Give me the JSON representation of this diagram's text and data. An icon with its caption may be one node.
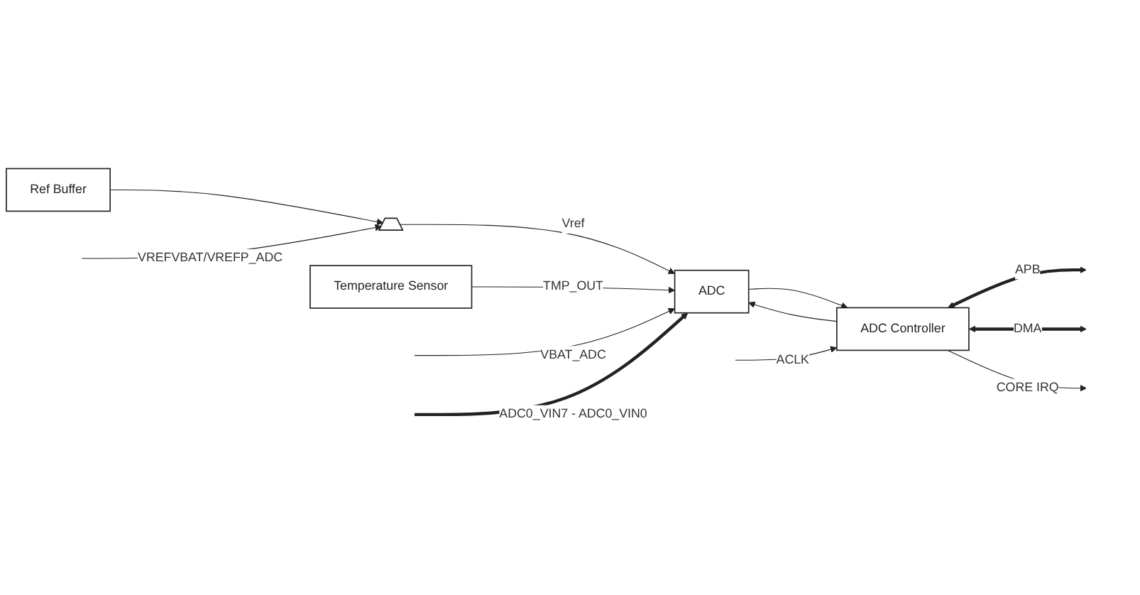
{
  "diagram": {
    "nodes": [
      {
        "text": [
          "Ref Buffer"
        ]
      },
      {
        "text": [],
        "shape": "trapezoid"
      },
      {
        "text": [
          "ADC"
        ]
      },
      {
        "text": [
          "ADC Controller"
        ]
      },
      {
        "text": [
          "Temperature Sensor"
        ]
      }
    ],
    "edges": [
      {
        "from": 0,
        "to": 1,
        "arrow": "to"
      },
      {
        "from": null,
        "to": 1,
        "arrow": "to",
        "label": "VREFVBAT/VREFP_ADC"
      },
      {
        "from": 1,
        "to": 2,
        "arrow": "to",
        "label": "Vref"
      },
      {
        "from": null,
        "to": 2,
        "arrow": "to",
        "label": "VBAT_ADC"
      },
      {
        "from": null,
        "to": 2,
        "arrow": "to",
        "label": "ADC0_VIN7 - ADC0_VIN0",
        "style": "thick"
      },
      {
        "from": 4,
        "to": 2,
        "arrow": "to",
        "label": "TMP_OUT"
      },
      {
        "from": 2,
        "to": 3,
        "arrow": "to"
      },
      {
        "from": 3,
        "to": 2,
        "arrow": "to"
      },
      {
        "from": null,
        "to": 3,
        "arrow": "to",
        "label": "ACLK"
      },
      {
        "from": 3,
        "to": null,
        "arrow": "both",
        "label": "APB",
        "style": "thick"
      },
      {
        "from": 3,
        "to": null,
        "arrow": "both",
        "label": "DMA",
        "style": "thick"
      },
      {
        "from": 3,
        "to": null,
        "arrow": "to",
        "label": "CORE IRQ"
      }
    ]
  }
}
